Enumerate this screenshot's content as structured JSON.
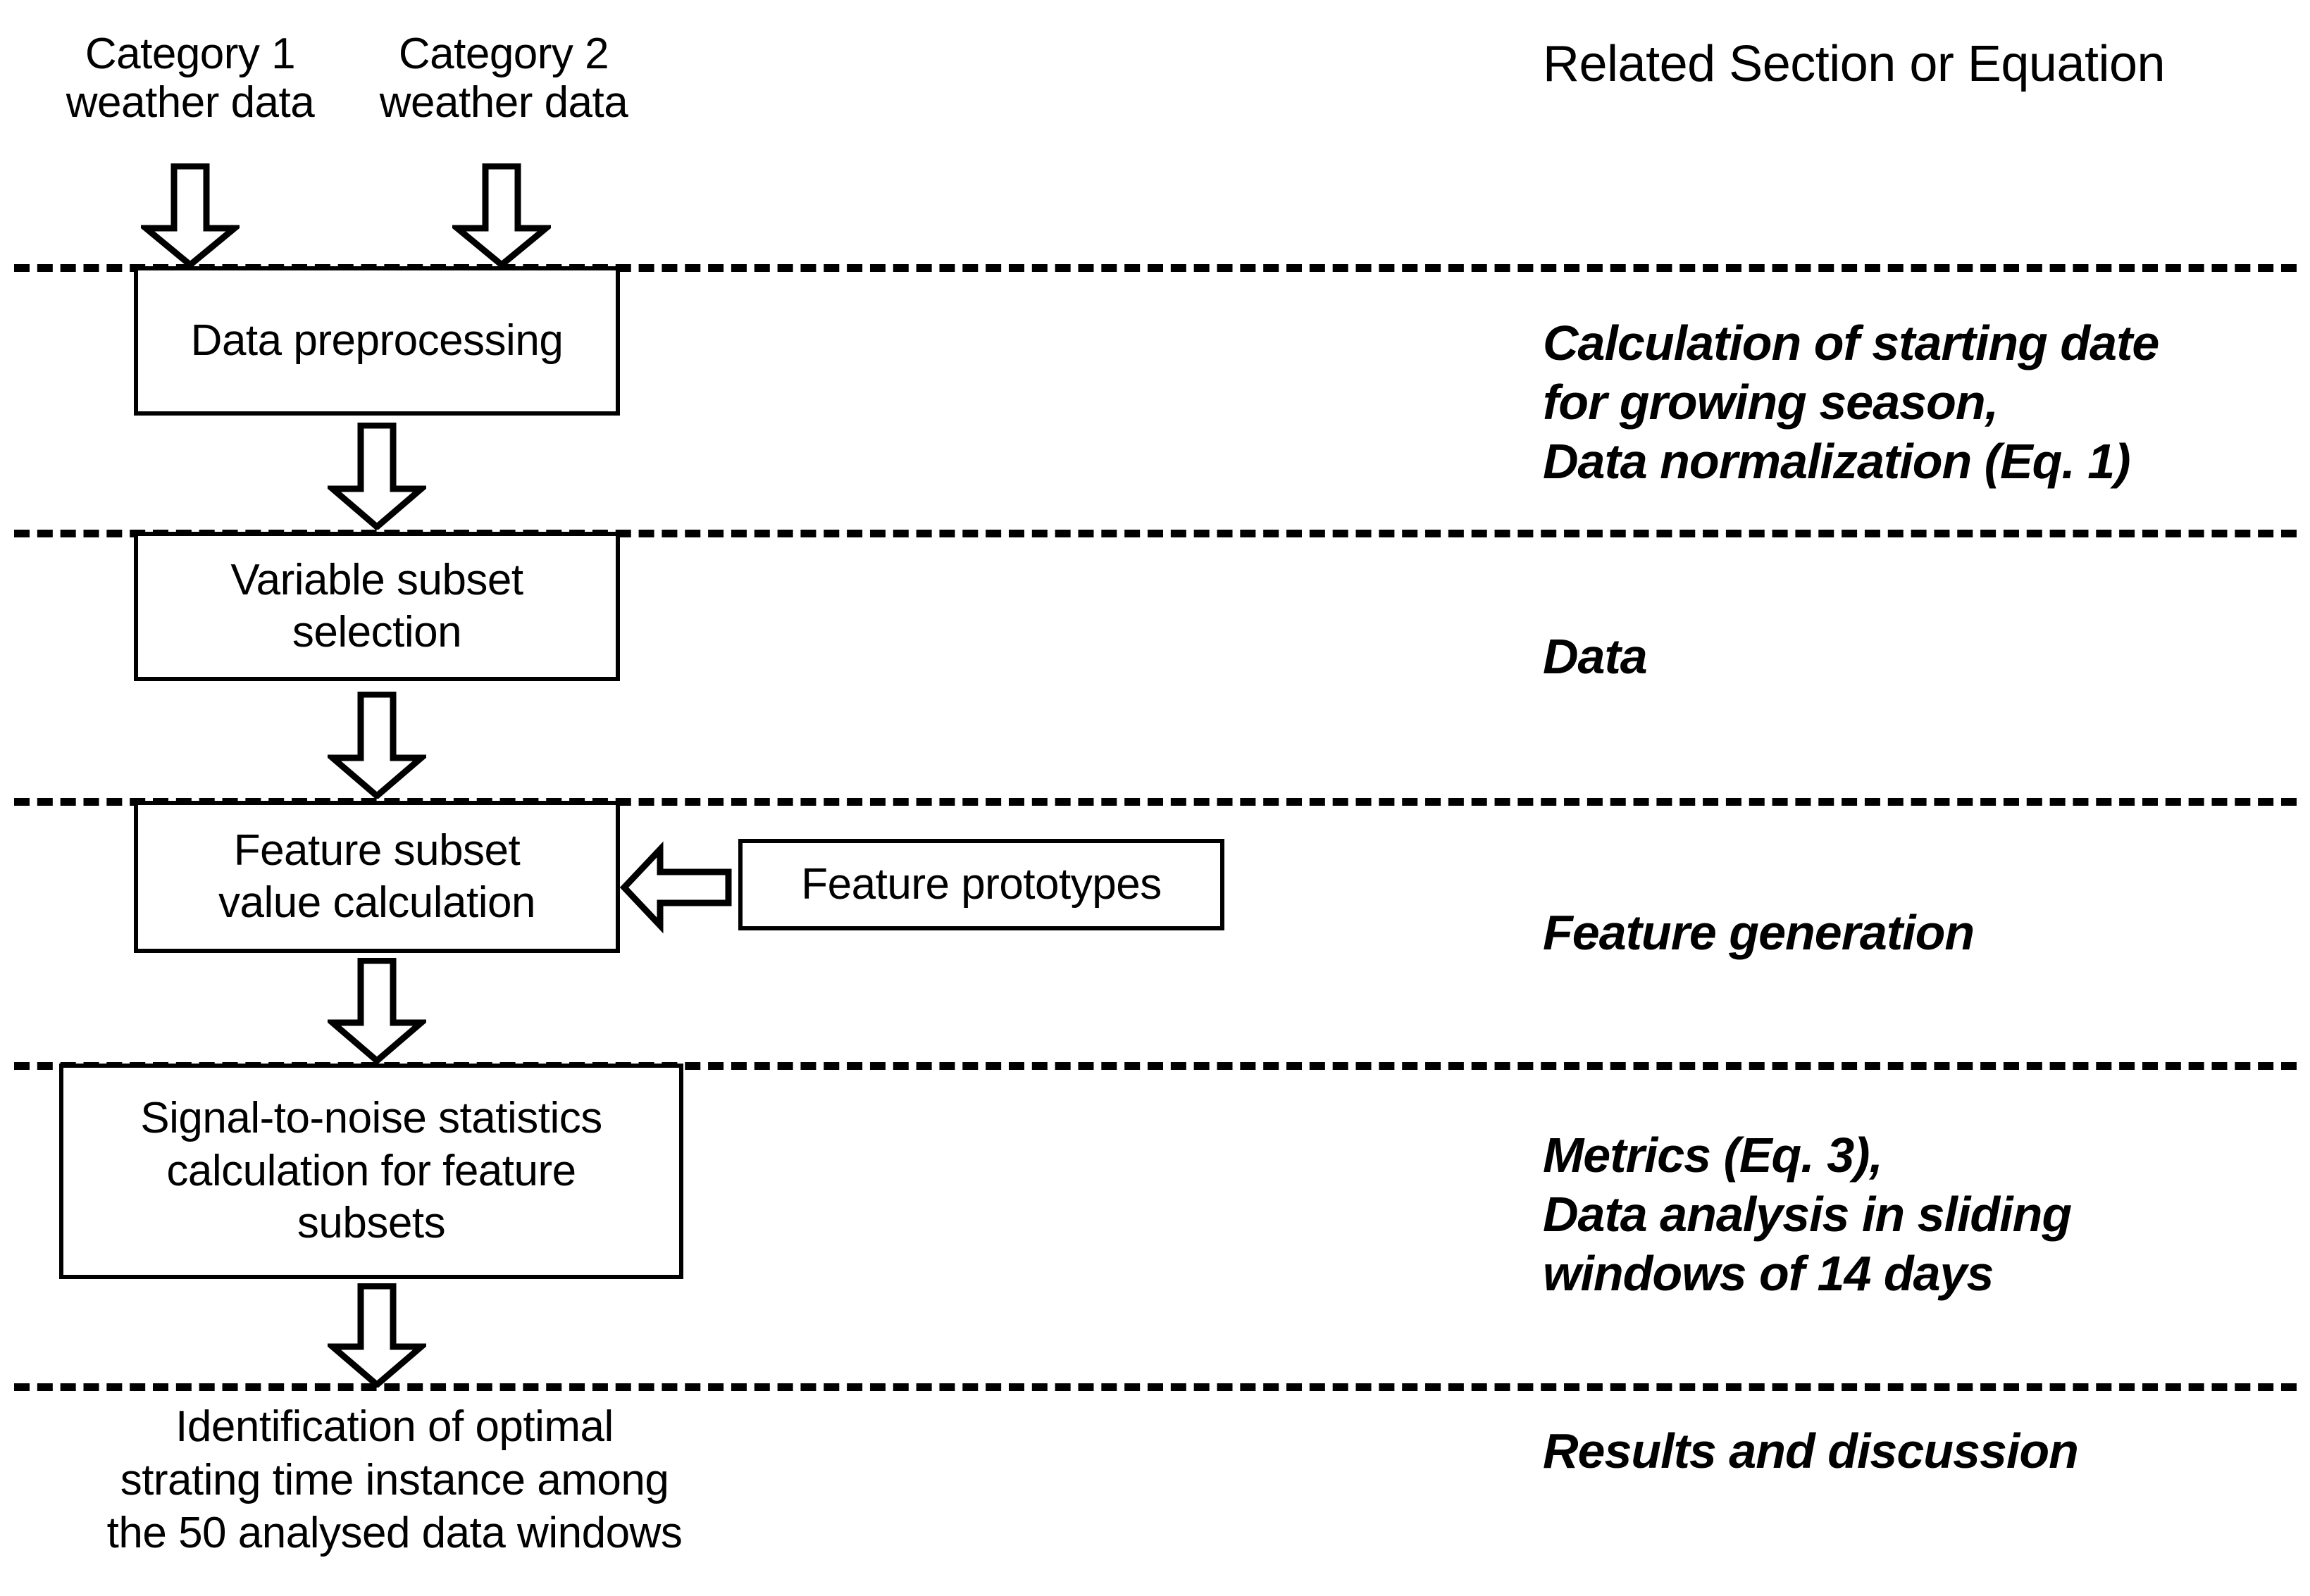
{
  "diagram": {
    "title_right": "Related Section or Equation",
    "sources": [
      {
        "id": "cat1",
        "text": "Category 1\nweather data"
      },
      {
        "id": "cat2",
        "text": "Category 2\nweather data"
      }
    ],
    "process_boxes": [
      {
        "id": "data-preprocessing",
        "text": "Data preprocessing"
      },
      {
        "id": "variable-subset-selection",
        "text": "Variable subset\nselection"
      },
      {
        "id": "feature-subset-value-calculation",
        "text": "Feature subset\nvalue calculation"
      },
      {
        "id": "signal-to-noise-statistics",
        "text": "Signal-to-noise statistics\ncalculation for feature\nsubsets"
      }
    ],
    "side_box": {
      "id": "feature-prototypes",
      "text": "Feature prototypes"
    },
    "terminal": {
      "id": "identification-of-optimal-starting-time",
      "text": "Identification of optimal\nstrating time instance among\nthe 50 analysed data windows"
    },
    "section_labels": [
      {
        "id": "calculation-of-starting-date",
        "text": "Calculation of starting date\nfor growing season,\nData normalization (Eq. 1)"
      },
      {
        "id": "data",
        "text": "Data"
      },
      {
        "id": "feature-generation",
        "text": "Feature generation"
      },
      {
        "id": "metrics",
        "text": "Metrics (Eq. 3),\nData analysis in sliding\nwindows of 14 days"
      },
      {
        "id": "results-and-discussion",
        "text": "Results and discussion"
      }
    ],
    "arrows": [
      {
        "id": "cat1-to-preprocessing",
        "direction": "down"
      },
      {
        "id": "cat2-to-preprocessing",
        "direction": "down"
      },
      {
        "id": "preprocessing-to-variable-subset",
        "direction": "down"
      },
      {
        "id": "variable-subset-to-feature-subset",
        "direction": "down"
      },
      {
        "id": "feature-prototypes-to-feature-subset",
        "direction": "left"
      },
      {
        "id": "feature-subset-to-signal-to-noise",
        "direction": "down"
      },
      {
        "id": "signal-to-noise-to-identification",
        "direction": "down"
      }
    ],
    "separators": [
      {
        "id": "separator-1"
      },
      {
        "id": "separator-2"
      },
      {
        "id": "separator-3"
      },
      {
        "id": "separator-4"
      },
      {
        "id": "separator-5"
      }
    ],
    "colors": {
      "stroke": "#000000",
      "background": "#ffffff",
      "text": "#000000"
    }
  }
}
